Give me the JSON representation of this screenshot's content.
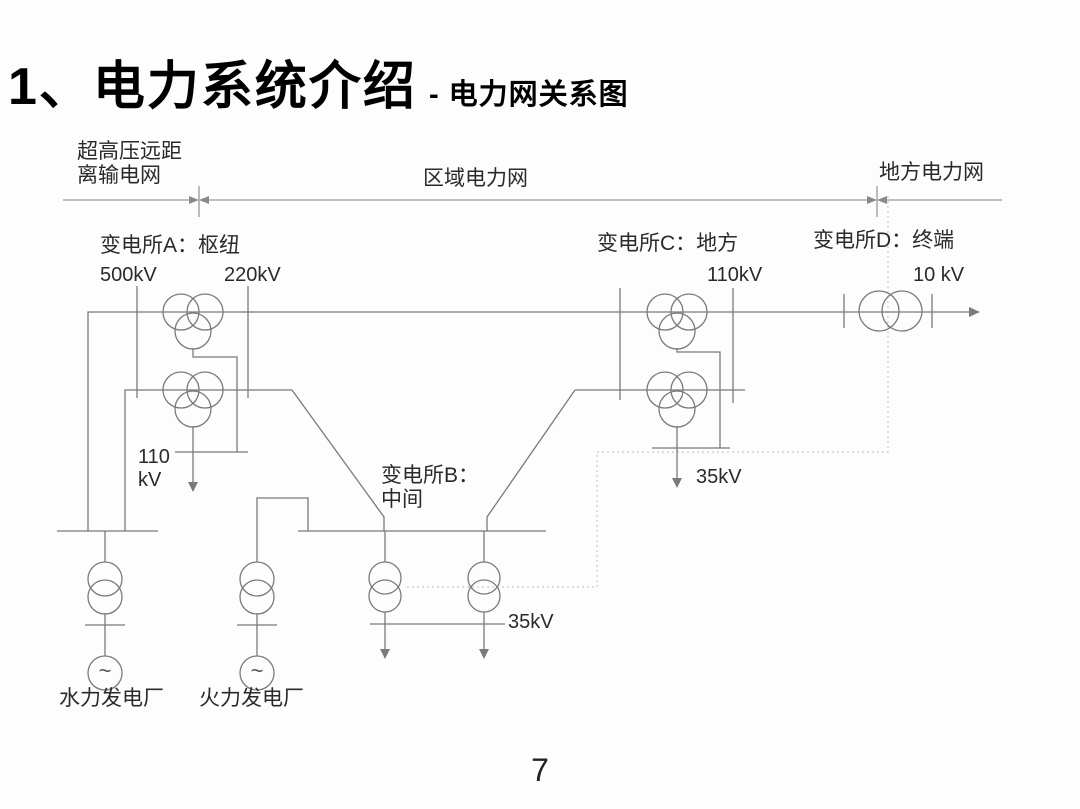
{
  "slide": {
    "title_number": "1、",
    "title_main": "电力系统介绍",
    "title_subtitle": "- 电力网关系图",
    "page_number": "7"
  },
  "zones": {
    "ultra_hv_line1": "超高压远距",
    "ultra_hv_line2": "离输电网",
    "regional": "区域电力网",
    "local": "地方电力网"
  },
  "substation_a": {
    "label": "变电所A：枢纽",
    "v500": "500kV",
    "v220": "220kV",
    "v110_line1": "110",
    "v110_line2": "kV"
  },
  "substation_b": {
    "label_line1": "变电所B：",
    "label_line2": "中间",
    "v35": "35kV"
  },
  "substation_c": {
    "label": "变电所C：地方",
    "v110": "110kV",
    "v35": "35kV"
  },
  "substation_d": {
    "label": "变电所D：终端",
    "v10": "10 kV"
  },
  "plants": {
    "hydro_label": "水力发电厂",
    "thermal_label": "火力发电厂",
    "generator_symbol": "~"
  },
  "colors": {
    "line": "#7a7a7a",
    "boundary": "#9a9a9a",
    "faint_guide": "#c9c9c9",
    "text": "#2a2a2a",
    "title": "#000000",
    "background": "#fdfdfd"
  }
}
